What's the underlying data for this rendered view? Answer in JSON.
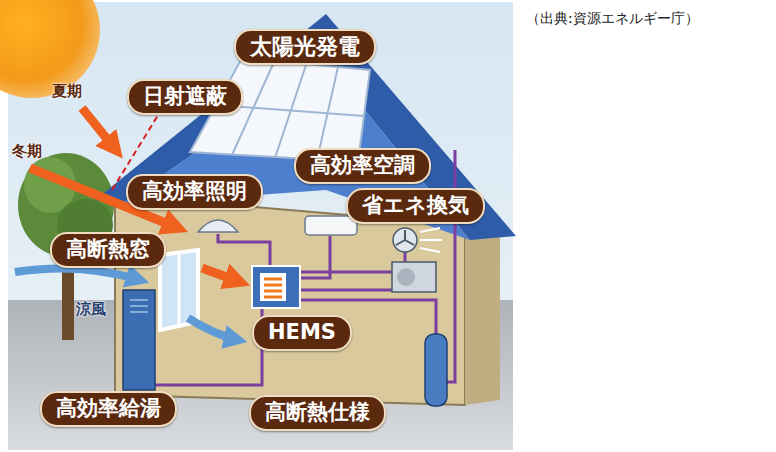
{
  "diagram": {
    "caption": "（出典:資源エネルギー庁）",
    "nodes": [
      {
        "text": [
          "太陽光発電"
        ]
      },
      {
        "text": [
          "日射遮蔽"
        ]
      },
      {
        "text": [
          "高効率空調"
        ]
      },
      {
        "text": [
          "高効率照明"
        ]
      },
      {
        "text": [
          "省エネ換気"
        ]
      },
      {
        "text": [
          "高断熱窓"
        ]
      },
      {
        "text": [
          "HEMS"
        ]
      },
      {
        "text": [
          "高効率給湯"
        ]
      },
      {
        "text": [
          "高断熱仕様"
        ]
      }
    ],
    "labels": [
      "夏期",
      "冬期",
      "涼風"
    ]
  }
}
